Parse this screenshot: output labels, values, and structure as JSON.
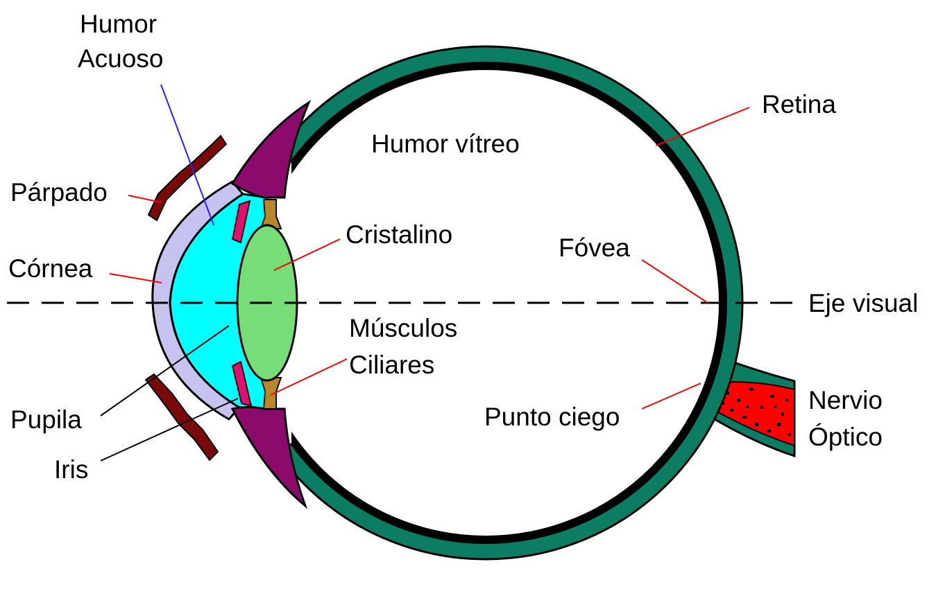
{
  "labels": {
    "humor_acuoso_line1": "Humor",
    "humor_acuoso_line2": "Acuoso",
    "humor_vitreo": "Humor vítreo",
    "retina": "Retina",
    "parpado": "Párpado",
    "cristalino": "Cristalino",
    "fovea": "Fóvea",
    "cornea": "Córnea",
    "eje_visual": "Eje visual",
    "musculos_line1": "Músculos",
    "musculos_line2": "Ciliares",
    "punto_ciego": "Punto ciego",
    "nervio_line1": "Nervio",
    "nervio_line2": "Óptico",
    "pupila": "Pupila",
    "iris": "Iris"
  },
  "colors": {
    "sclera": "#0b7d62",
    "choroid": "#000000",
    "cornea": "#c7c3f0",
    "aqueous": "#00ffff",
    "lens": "#77dd77",
    "ciliary_body": "#8b0a6b",
    "iris": "#e0106f",
    "zonule": "#b8862b",
    "eyelid": "#7a0a0a",
    "optic_nerve": "#ff0000",
    "leader_red": "#ff0000",
    "leader_blue": "#2222ff",
    "leader_black": "#000000"
  }
}
